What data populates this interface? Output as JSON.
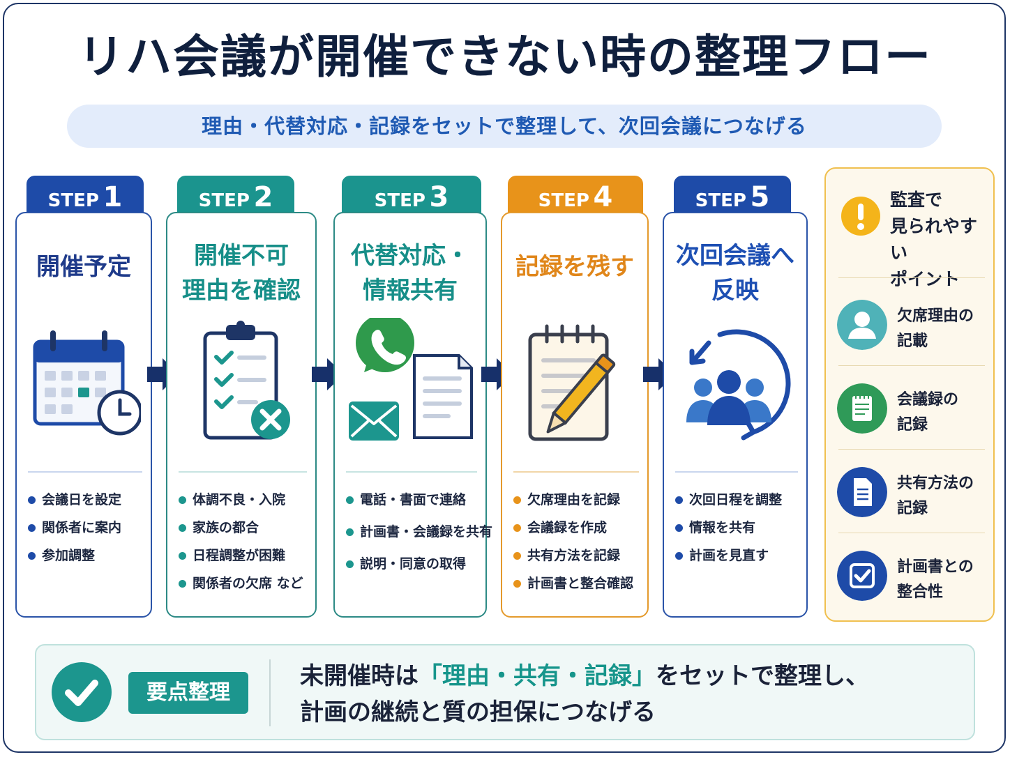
{
  "title": "リハ会議が開催できない時の整理フロー",
  "subtitle": "理由・代替対応・記録をセットで整理して、次回会議につなげる",
  "colors": {
    "navy": "#1e3a8a",
    "blue": "#1d4fb3",
    "teal": "#1c968e",
    "orange": "#e7931a",
    "ink": "#1a2238"
  },
  "steps": [
    {
      "label": "STEP",
      "num": "1",
      "title": "開催予定",
      "title2": "",
      "icon": "calendar-clock-icon",
      "bullets": [
        "会議日を設定",
        "関係者に案内",
        "参加調整"
      ]
    },
    {
      "label": "STEP",
      "num": "2",
      "title": "開催不可",
      "title2": "理由を確認",
      "icon": "clipboard-cross-icon",
      "bullets": [
        "体調不良・入院",
        "家族の都合",
        "日程調整が困難",
        "関係者の欠席 など"
      ]
    },
    {
      "label": "STEP",
      "num": "3",
      "title": "代替対応・",
      "title2": "情報共有",
      "icon": "phone-mail-document-icon",
      "bullets": [
        "電話・書面で連絡",
        "計画書・会議録を共有",
        "説明・同意の取得"
      ]
    },
    {
      "label": "STEP",
      "num": "4",
      "title": "記録を残す",
      "title2": "",
      "icon": "notepad-pencil-icon",
      "bullets": [
        "欠席理由を記録",
        "会議録を作成",
        "共有方法を記録",
        "計画書と整合確認"
      ]
    },
    {
      "label": "STEP",
      "num": "5",
      "title": "次回会議へ",
      "title2": "反映",
      "icon": "people-cycle-icon",
      "bullets": [
        "次回日程を調整",
        "情報を共有",
        "計画を見直す"
      ]
    }
  ],
  "side": {
    "heading_lines": [
      "監査で",
      "見られやすい",
      "ポイント"
    ],
    "items": [
      {
        "line1": "欠席理由の",
        "line2": "記載",
        "icon": "person-icon"
      },
      {
        "line1": "会議録の",
        "line2": "記録",
        "icon": "notebook-icon"
      },
      {
        "line1": "共有方法の",
        "line2": "記録",
        "icon": "document-icon"
      },
      {
        "line1": "計画書との",
        "line2": "整合性",
        "icon": "checkbox-icon"
      }
    ]
  },
  "summary": {
    "badge": "要点整理",
    "line1_pre": "未開催時は",
    "line1_hl": "「理由・共有・記録」",
    "line1_post": "をセットで整理し、",
    "line2": "計画の継続と質の担保につなげる"
  }
}
